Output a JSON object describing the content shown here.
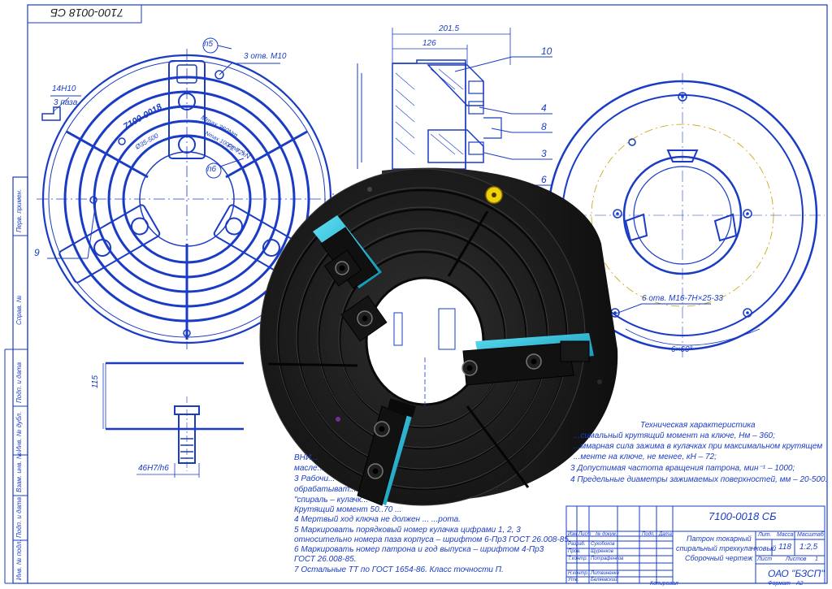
{
  "frame": {
    "stamp_top_mirrored": "7100-0018 СБ"
  },
  "plan_view": {
    "callout_p5": "п5",
    "callout_p6": "п6",
    "holes_label": "3 отв. М10",
    "slot_label": "14H10",
    "slots_label": "3 паза",
    "leader_9": "9",
    "face_model": "7100-0018",
    "face_diam": "Ø35-500",
    "face_mmax": "Mmax 360Nm",
    "face_ft": "FΣ 72kN",
    "face_nmax": "Nmax 1000min⁻¹"
  },
  "section_view": {
    "dim_2015": "201.5",
    "dim_126": "126",
    "leaders": [
      "10",
      "4",
      "8",
      "3",
      "6"
    ]
  },
  "jaw_detail": {
    "dim_115": "115",
    "fit_label": "46H7/h6"
  },
  "back_view": {
    "holes_label": "6 отв. M16-7H×25-33",
    "angle_label": "6×60°"
  },
  "side_stamps": [
    "Перв. примен.",
    "Справ. №",
    "Подп. и дата",
    "Инв. № дубл.",
    "Взам. инв. №",
    "Подп. и дата",
    "Инв. № подл."
  ],
  "tech_spec": {
    "title": "Техническая характеристика",
    "line1": "...симальный крутящий момент на ключе, Нм – 360;",
    "line2": "...ммарная сила зажима в кулачках при максимальном крутящем",
    "line3": "...менте на ключе, не менее, кН – 72;",
    "line4": "3  Допустимая частота вращения патрона, мин⁻¹ – 1000;",
    "line5": "4  Предельные диаметры зажимаемых поверхностей, мм – 20-500."
  },
  "tech_requirements": {
    "r_a": "ВНИ...",
    "r_b": "масле...",
    "r_c": "3  Рабочи...",
    "r_d": "обрабатыват...",
    "r_e": "\"спираль – кулачк...",
    "r_f": "Крутящий момент 50..70 ...",
    "r_g": "4  Мертвый ход ключа не должен ...                                    ...рота.",
    "r_h": "5  Маркировать порядковый номер кулачка цифрами 1, 2, 3",
    "r_i": "относительно номера паза корпуса – шрифтом 6-Пр3 ГОСТ 26.008-85.",
    "r_j": "6  Маркировать номер патрона и год выпуска – шрифтом 4-Пр3",
    "r_k": "ГОСТ 26.008-85.",
    "r_l": "7  Остальные ТТ по ГОСТ 1654-86. Класс точности П."
  },
  "title_block": {
    "designation": "7100-0018 СБ",
    "name_line1": "Патрон токарный",
    "name_line2": "спиральный трехкулачковый",
    "name_line3": "Сборочный чертеж",
    "col_headers": [
      "Изм",
      "Лист",
      "№ докум.",
      "Подп.",
      "Дата"
    ],
    "roles": [
      "Разраб.",
      "Пров.",
      "Т.контр.",
      "",
      "Н.контр.",
      "Утв."
    ],
    "people": [
      "Сухобоков",
      "Щуренков",
      "Потрафенков",
      "",
      "Литвиненко",
      "Беляевский"
    ],
    "lit_label": "Лит.",
    "mass_label": "Масса",
    "scale_label": "Масштаб",
    "mass": "118",
    "scale": "1:2,5",
    "sheet_label": "Лист",
    "sheets_label": "Листов",
    "sheets": "1",
    "org": "ОАО \"БЗСП\"",
    "copied": "Копировал",
    "format_label": "Формат",
    "format": "A2"
  },
  "colors": {
    "line_blue": "#1a3cc4",
    "accent_blue": "#3a8ee8",
    "body_black": "#1c1c1c",
    "jaw_cyan": "#14b8d8",
    "yellow": "#f0d20a"
  }
}
